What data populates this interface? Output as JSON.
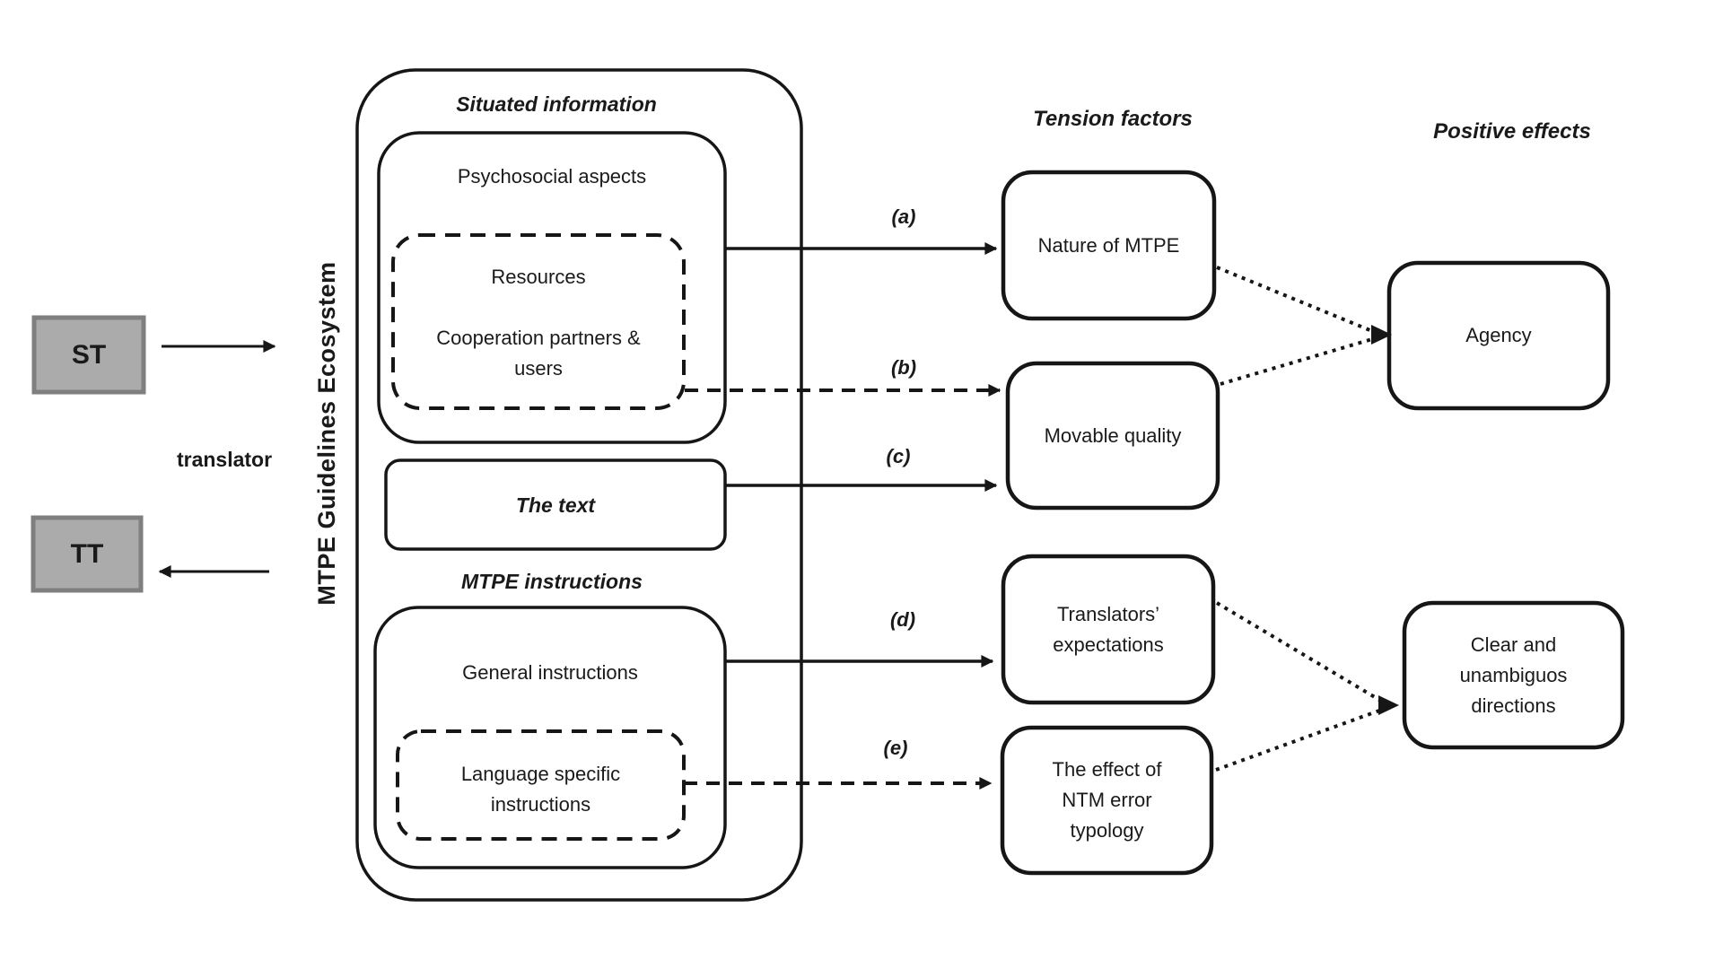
{
  "source_flow": {
    "st": "ST",
    "tt": "TT",
    "translator": "translator"
  },
  "ecosystem": {
    "vertical_title": "MTPE Guidelines Ecosystem",
    "situated_information": "Situated information",
    "psychosocial": "Psychosocial aspects",
    "resources": "Resources",
    "cooperation": [
      "Cooperation partners &",
      "users"
    ],
    "the_text": "The text",
    "mtpe_instructions": "MTPE instructions",
    "general_instructions": "General instructions",
    "language_specific": [
      "Language specific",
      "instructions"
    ]
  },
  "tension_factors": {
    "title": "Tension factors",
    "nature_of_mtpe": "Nature of MTPE",
    "movable_quality": "Movable quality",
    "translators_expectations": [
      "Translators’",
      "expectations"
    ],
    "ntm_error_typology": [
      "The effect of",
      "NTM error",
      "typology"
    ]
  },
  "positive_effects": {
    "title": "Positive effects",
    "agency": "Agency",
    "clear_directions": [
      "Clear and",
      "unambiguos",
      "directions"
    ]
  },
  "arrow_labels": {
    "a": "(a)",
    "b": "(b)",
    "c": "(c)",
    "d": "(d)",
    "e": "(e)"
  },
  "colors": {
    "line": "#161616",
    "st_tt_fill": "#ababab",
    "st_tt_border": "#7f7f7f"
  }
}
